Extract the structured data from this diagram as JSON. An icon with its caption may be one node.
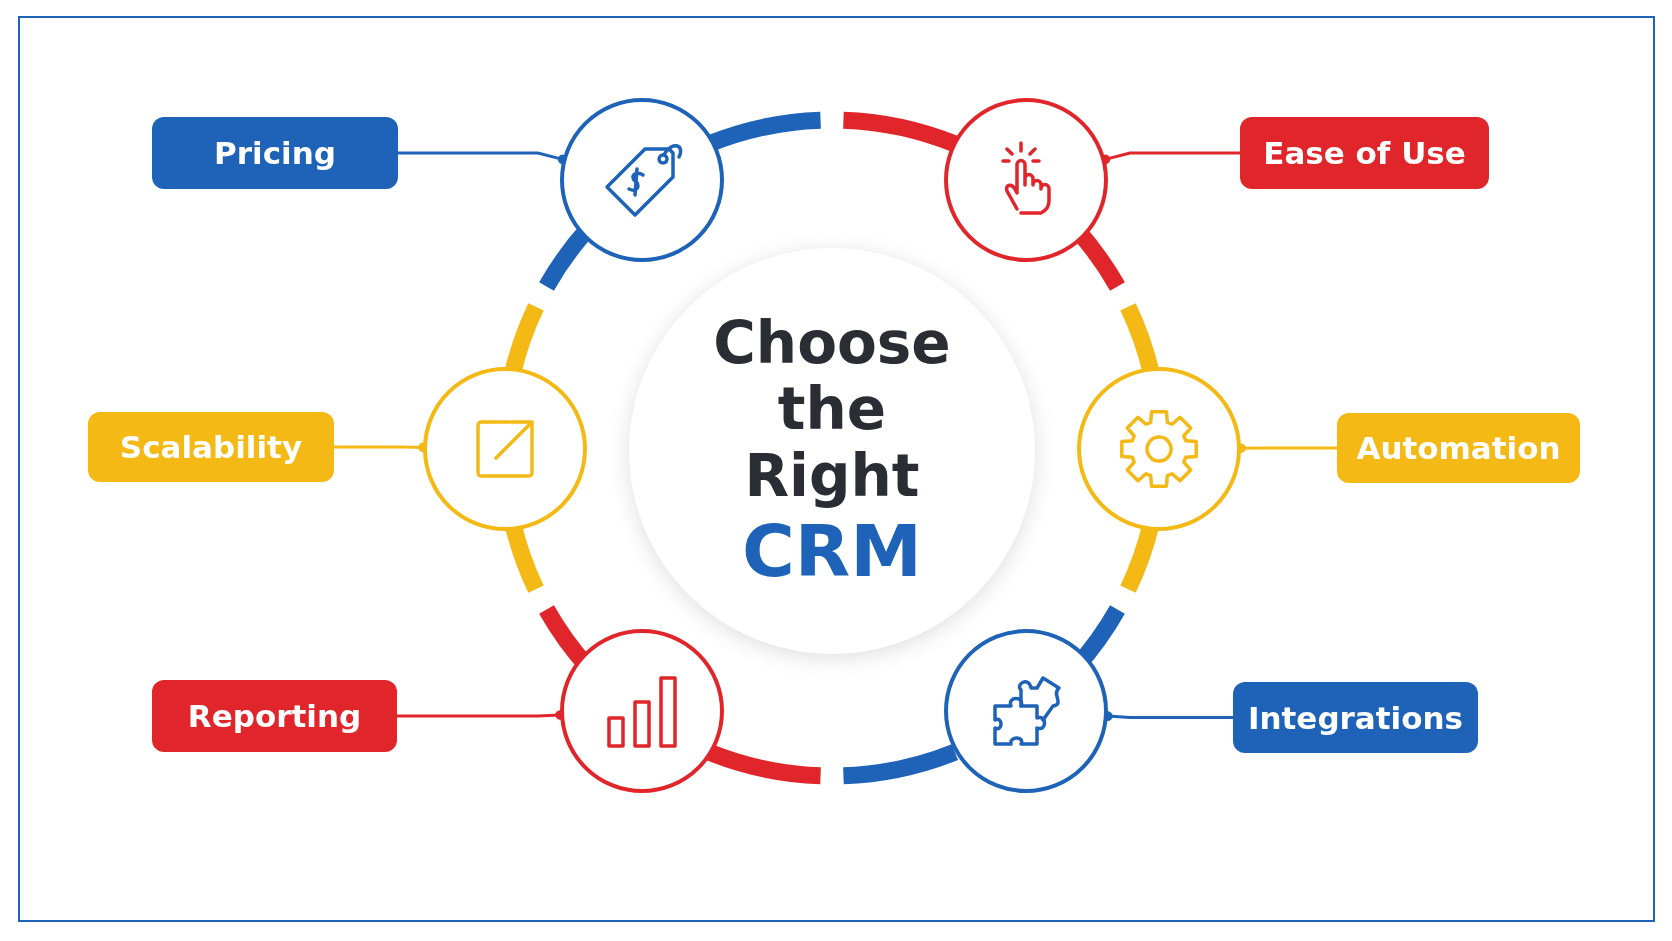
{
  "diagram": {
    "nodes": [
      {
        "text": [
          "Pricing"
        ]
      },
      {
        "text": [],
        "shape": "circle"
      },
      {
        "text": [],
        "shape": "circle"
      },
      {
        "text": [
          "Ease of Use"
        ]
      },
      {
        "text": [
          "Scalability"
        ]
      },
      {
        "text": [],
        "shape": "circle"
      },
      {
        "text": [
          "Choose the Right",
          "CRM"
        ]
      },
      {
        "text": [],
        "shape": "circle"
      },
      {
        "text": [
          "Automation"
        ]
      },
      {
        "text": [
          "Reporting"
        ]
      },
      {
        "text": [],
        "shape": "circle"
      },
      {
        "text": [],
        "shape": "circle"
      },
      {
        "text": [
          "Integrations"
        ]
      }
    ],
    "edges": [
      {
        "from": 0,
        "to": 1,
        "arrow": "other",
        "color": "#1e63b8"
      },
      {
        "from": 3,
        "to": 2,
        "arrow": "other",
        "color": "#e0262b"
      },
      {
        "from": 4,
        "to": 5,
        "arrow": "other",
        "color": "#f5b915"
      },
      {
        "from": 8,
        "to": 7,
        "arrow": "other",
        "color": "#f5b915"
      },
      {
        "from": 9,
        "to": 10,
        "arrow": "other",
        "color": "#e0262b"
      },
      {
        "from": 12,
        "to": 11,
        "arrow": "other",
        "color": "#1e63b8"
      }
    ]
  }
}
